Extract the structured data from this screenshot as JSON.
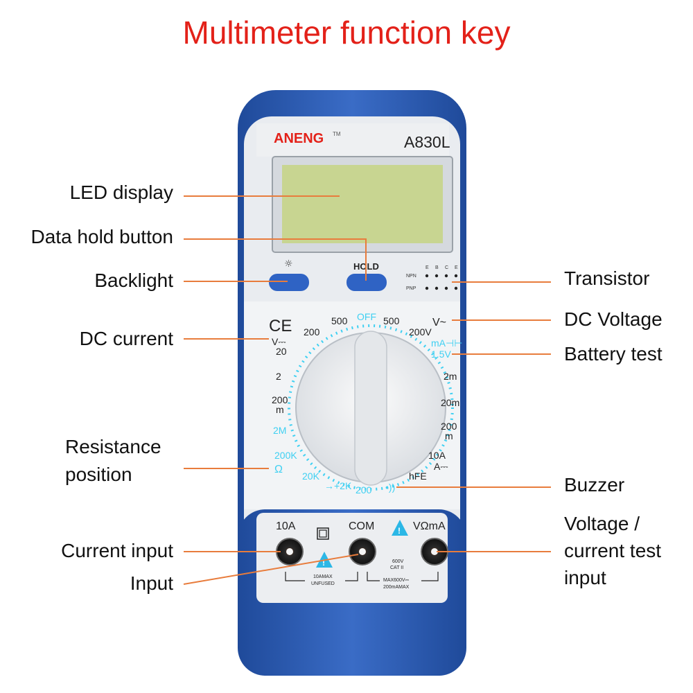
{
  "title": "Multimeter function key",
  "brand": "ANENG",
  "brand_tm": "TM",
  "model": "A830L",
  "hold_label": "HOLD",
  "backlight_symbol": "☼",
  "transistor_socket": {
    "npn": "NPN",
    "pnp": "PNP",
    "pins": [
      "E",
      "B",
      "C",
      "E"
    ]
  },
  "ce_mark": "CE",
  "dial_labels": {
    "off": "OFF",
    "v_ac": "V~",
    "v200v": "200V",
    "v500r": "500",
    "v500l": "500",
    "v200": "200",
    "dcv": "V⎓",
    "dcv20": "20",
    "dcv2": "2",
    "dcv200": "200",
    "dcv200m": "m",
    "r2m": "2M",
    "r200k": "200K",
    "ohm": "Ω",
    "r20k": "20K",
    "r2k": "→+2K",
    "r200": "200",
    "buzzer": "•))",
    "hfe": "hFE",
    "a10": "10A",
    "adc": "A⎓",
    "m200": "200",
    "m200m": "m",
    "m20": "20m",
    "m2": "2m",
    "mabat": "mA⊣⊢",
    "bat15": "1.5V"
  },
  "jacks": {
    "a10": "10A",
    "com": "COM",
    "vohm": "VΩmA"
  },
  "warnings": {
    "left1": "10AMAX",
    "left2": "UNFUSED",
    "cat1": "600V",
    "cat2": "CAT II",
    "right1": "MAX600V⎓",
    "right2": "200mAMAX"
  },
  "callouts": {
    "led_display": "LED display",
    "data_hold": "Data hold button",
    "backlight": "Backlight",
    "dc_current": "DC current",
    "resistance_1": "Resistance",
    "resistance_2": "position",
    "current_input": "Current input",
    "input": "Input",
    "transistor": "Transistor",
    "dc_voltage": "DC Voltage",
    "battery_test": "Battery test",
    "buzzer": "Buzzer",
    "vc_input_1": "Voltage /",
    "vc_input_2": "current test",
    "vc_input_3": "input"
  },
  "colors": {
    "title": "#e32119",
    "leader_line": "#e87c3c",
    "case_blue": "#2a55a8",
    "face_grey": "#e9ecf0",
    "lcd": "#c8d591",
    "dial_cyan": "#3fd0f2"
  }
}
